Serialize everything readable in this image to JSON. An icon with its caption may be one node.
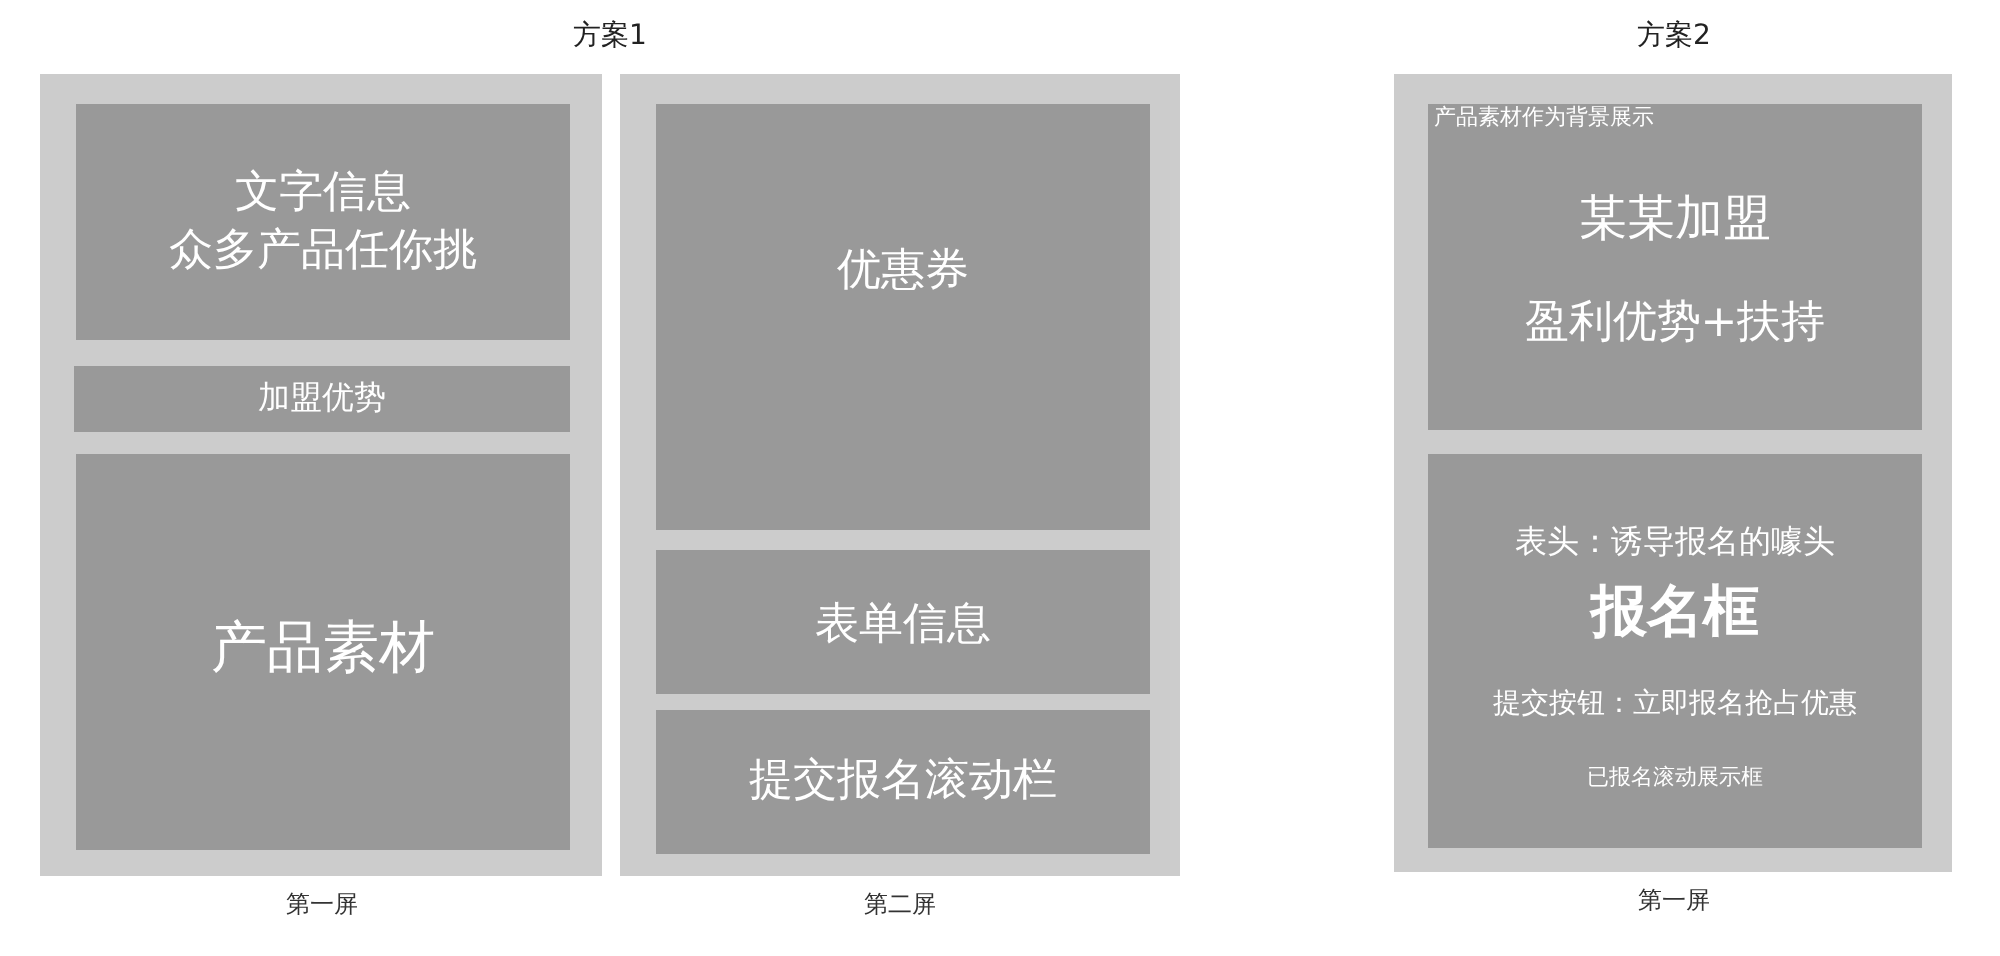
{
  "diagram": {
    "nodes": [
      {
        "text": [],
        "shape": "box",
        "beside": [
          "第一屏"
        ]
      },
      {
        "text": [
          "文字信息",
          "众多产品任你挑"
        ],
        "in": 0
      },
      {
        "text": [
          "加盟优势"
        ],
        "in": 0
      },
      {
        "text": [
          "产品素材"
        ],
        "in": 0
      },
      {
        "text": [],
        "shape": "box",
        "beside": [
          "第二屏"
        ]
      },
      {
        "text": [
          "优惠券"
        ],
        "in": 4
      },
      {
        "text": [
          "表单信息"
        ],
        "in": 4
      },
      {
        "text": [
          "提交报名滚动栏"
        ],
        "in": 4
      },
      {
        "text": [],
        "shape": "box",
        "beside": [
          "第一屏"
        ]
      },
      {
        "text": [
          "产品素材作为背景展示",
          "某某加盟",
          "盈利优势+扶持"
        ],
        "in": 8
      },
      {
        "text": [
          "表头：诱导报名的噱头",
          "报名框",
          "提交按钮：立即报名抢占优惠",
          "已报名滚动展示框"
        ],
        "in": 8
      }
    ],
    "labels": [
      "方案1",
      "方案2"
    ]
  }
}
